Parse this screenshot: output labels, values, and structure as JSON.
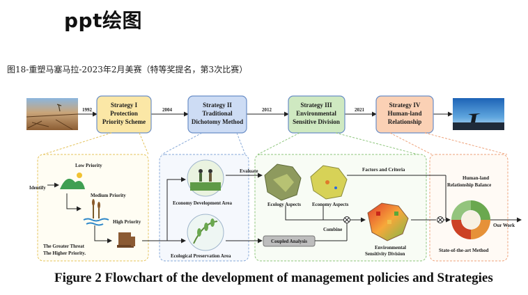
{
  "heading": "ppt绘图",
  "subheading": "图18-重塑马塞马拉-2023年2月美赛（特等奖提名，第3次比赛）",
  "figure_caption": "Figure 2 Flowchart of the development of management policies and Strategies",
  "timeline": {
    "years": [
      "1992",
      "2004",
      "2012",
      "2021"
    ],
    "strategies": [
      {
        "line1": "Strategy I",
        "line2": "Protection",
        "line3": "Priority Scheme",
        "color": "#fbe7a6"
      },
      {
        "line1": "Strategy II",
        "line2": "Traditional",
        "line3": "Dichotomy Method",
        "color": "#cddcf4"
      },
      {
        "line1": "Strategy III",
        "line2": "Environmental",
        "line3": "Sensitive Division",
        "color": "#cfe9c1"
      },
      {
        "line1": "Strategy IV",
        "line2": "Human-land",
        "line3": "Relationship",
        "color": "#fbd1b5"
      }
    ]
  },
  "panel1": {
    "identify": "Identify",
    "low": "Low Priority",
    "medium": "Medium Priority",
    "high": "High Priority",
    "threat1": "The Greater Threat",
    "threat2": "The Higher Priority."
  },
  "panel2": {
    "evaluate": "Evaluate",
    "econ": "Economy Development Area",
    "eco": "Ecological Preservation Area",
    "coupled": "Coupled Analysis"
  },
  "panel3": {
    "ecology": "Ecology Aspects",
    "economy": "Economy Aspects",
    "factors": "Factors and Criteria",
    "combine": "Combine",
    "esd1": "Environmental",
    "esd2": "Sensitivity Division"
  },
  "panel4": {
    "balance1": "Human-land",
    "balance2": "Relationship Balance",
    "ourwork": "Our Work",
    "sota": "State-of-the-art Method"
  }
}
